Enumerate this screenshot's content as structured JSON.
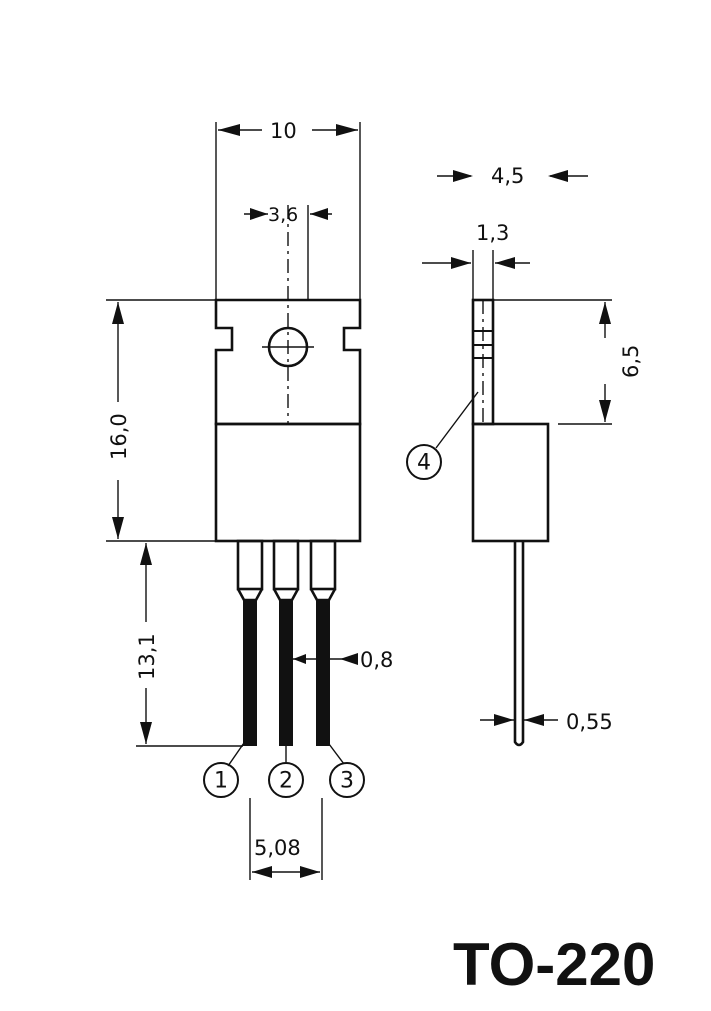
{
  "dimensions": {
    "width_total": "10",
    "hole_offset": "3,6",
    "body_height": "16,0",
    "lead_length": "13,1",
    "lead_width": "0,8",
    "lead_pitch": "5,08",
    "depth_total": "4,5",
    "tab_thickness": "1,3",
    "tab_height": "6,5",
    "lead_thickness": "0,55"
  },
  "pins": [
    "1",
    "2",
    "3",
    "4"
  ],
  "package_name": "TO-220"
}
